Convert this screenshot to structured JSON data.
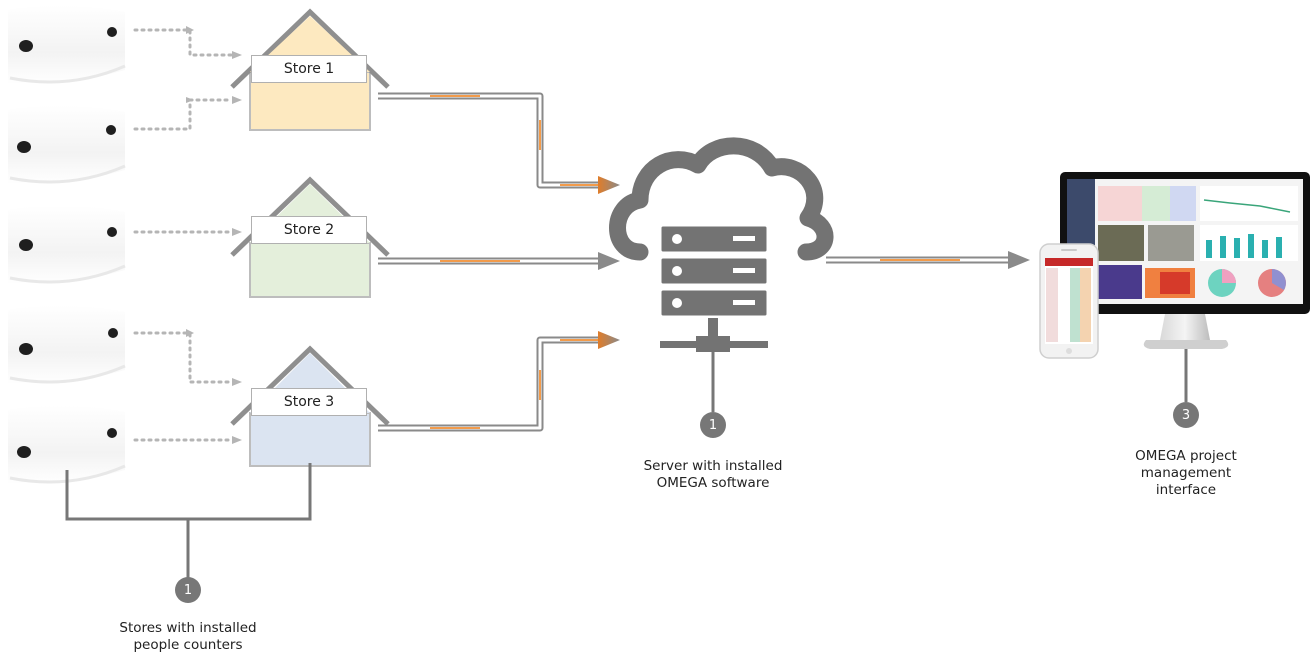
{
  "stores": [
    {
      "label": "Store 1",
      "fill": "#fde9c0"
    },
    {
      "label": "Store 2",
      "fill": "#e4efdb"
    },
    {
      "label": "Store 3",
      "fill": "#dbe4f1"
    }
  ],
  "badges": {
    "stores": "1",
    "server": "1",
    "interface": "3"
  },
  "captions": {
    "stores": [
      "Stores with installed",
      "people counters"
    ],
    "server": [
      "Server with installed",
      "OMEGA software"
    ],
    "interface": [
      "OMEGA project",
      "management",
      "interface"
    ]
  },
  "colors": {
    "connector": "#777777",
    "pipe_glow": "#f08a2c",
    "arrow": "#7d7d7d",
    "server_icon": "#737373"
  },
  "icons": {
    "counter": "people-counter-device",
    "server": "cloud-server-icon",
    "interface": "monitor-and-phone"
  }
}
